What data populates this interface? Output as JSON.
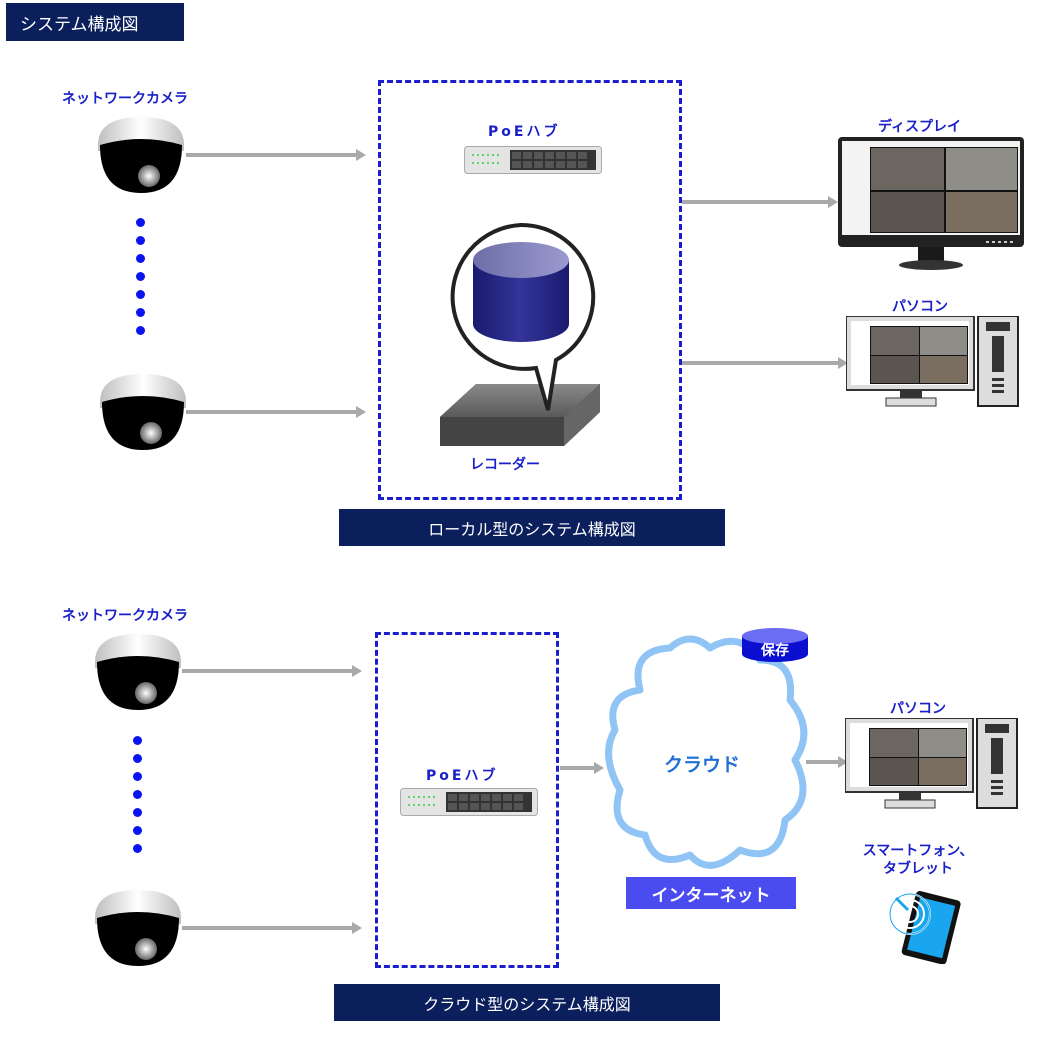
{
  "header": {
    "title": "システム構成図"
  },
  "local": {
    "camera_label": "ネットワークカメラ",
    "hub_label": "PoEハブ",
    "recorder_label": "レコーダー",
    "display_label": "ディスプレイ",
    "pc_label": "パソコン",
    "caption": "ローカル型のシステム構成図"
  },
  "cloud": {
    "camera_label": "ネットワークカメラ",
    "hub_label": "PoEハブ",
    "cloud_label": "クラウド",
    "storage_label": "保存",
    "internet_label": "インターネット",
    "pc_label": "パソコン",
    "mobile_label_line1": "スマートフォン、",
    "mobile_label_line2": "タブレット",
    "caption": "クラウド型のシステム構成図"
  },
  "colors": {
    "navy": "#0b1f5c",
    "label_blue": "#1a20c8",
    "dash_blue": "#1a1ecf",
    "arrow_gray": "#a9a9a9",
    "internet_bg": "#4b4cf0",
    "cloud_outline": "#8fc4f5"
  }
}
